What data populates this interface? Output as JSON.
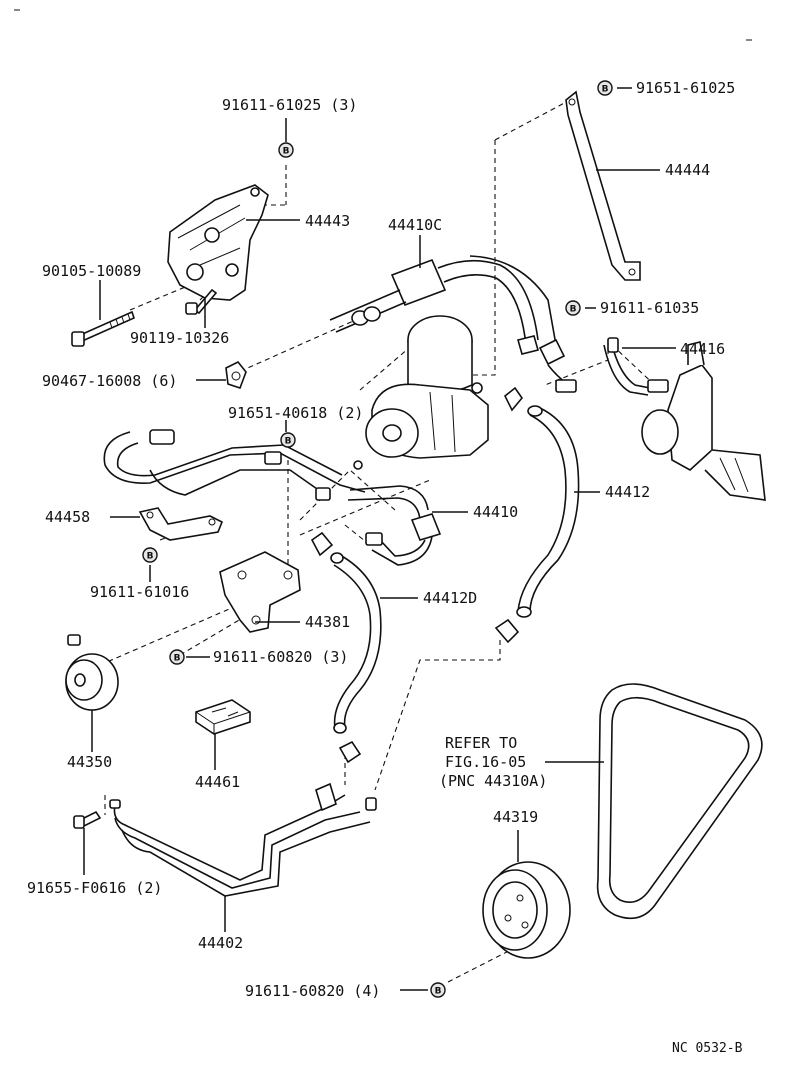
{
  "callouts": {
    "p91611_61025_3": "91611-61025 (3)",
    "p44443": "44443",
    "p90105_10089": "90105-10089",
    "p90119_10326": "90119-10326",
    "p90467_16008_6": "90467-16008 (6)",
    "p91651_40618_2": "91651-40618 (2)",
    "p44458": "44458",
    "p91611_61016": "91611-61016",
    "p44381": "44381",
    "p91611_60820_3": "91611-60820 (3)",
    "p44350": "44350",
    "p44461": "44461",
    "p91655_F0616_2": "91655-F0616 (2)",
    "p44402": "44402",
    "p91611_60820_4": "91611-60820 (4)",
    "p44410C": "44410C",
    "p91651_61025": "91651-61025",
    "p44444": "44444",
    "p91611_61035": "91611-61035",
    "p44416": "44416",
    "p44412": "44412",
    "p44410": "44410",
    "p44412D": "44412D",
    "p44319": "44319"
  },
  "refer": {
    "line1": "REFER TO",
    "line2": "FIG.16-05",
    "line3": "(PNC 44310A)"
  },
  "badge_letter": "B",
  "drawing_code": "NC 0532-B"
}
